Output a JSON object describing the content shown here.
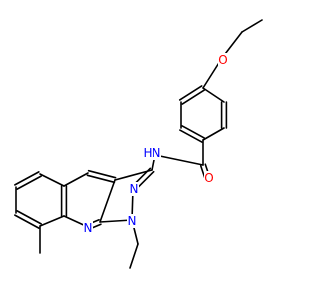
{
  "molecule": {
    "atoms": [
      {
        "id": "O1",
        "label": "O",
        "color": "#ff0000"
      },
      {
        "id": "O2",
        "label": "O",
        "color": "#ff0000"
      },
      {
        "id": "N1",
        "label": "N",
        "color": "#0000ff"
      },
      {
        "id": "H1",
        "label": "H",
        "color": "#0000ff"
      },
      {
        "id": "N2",
        "label": "N",
        "color": "#0000ff"
      },
      {
        "id": "N3",
        "label": "N",
        "color": "#0000ff"
      },
      {
        "id": "N4",
        "label": "N",
        "color": "#0000ff"
      }
    ],
    "bond_color": "#000000"
  }
}
